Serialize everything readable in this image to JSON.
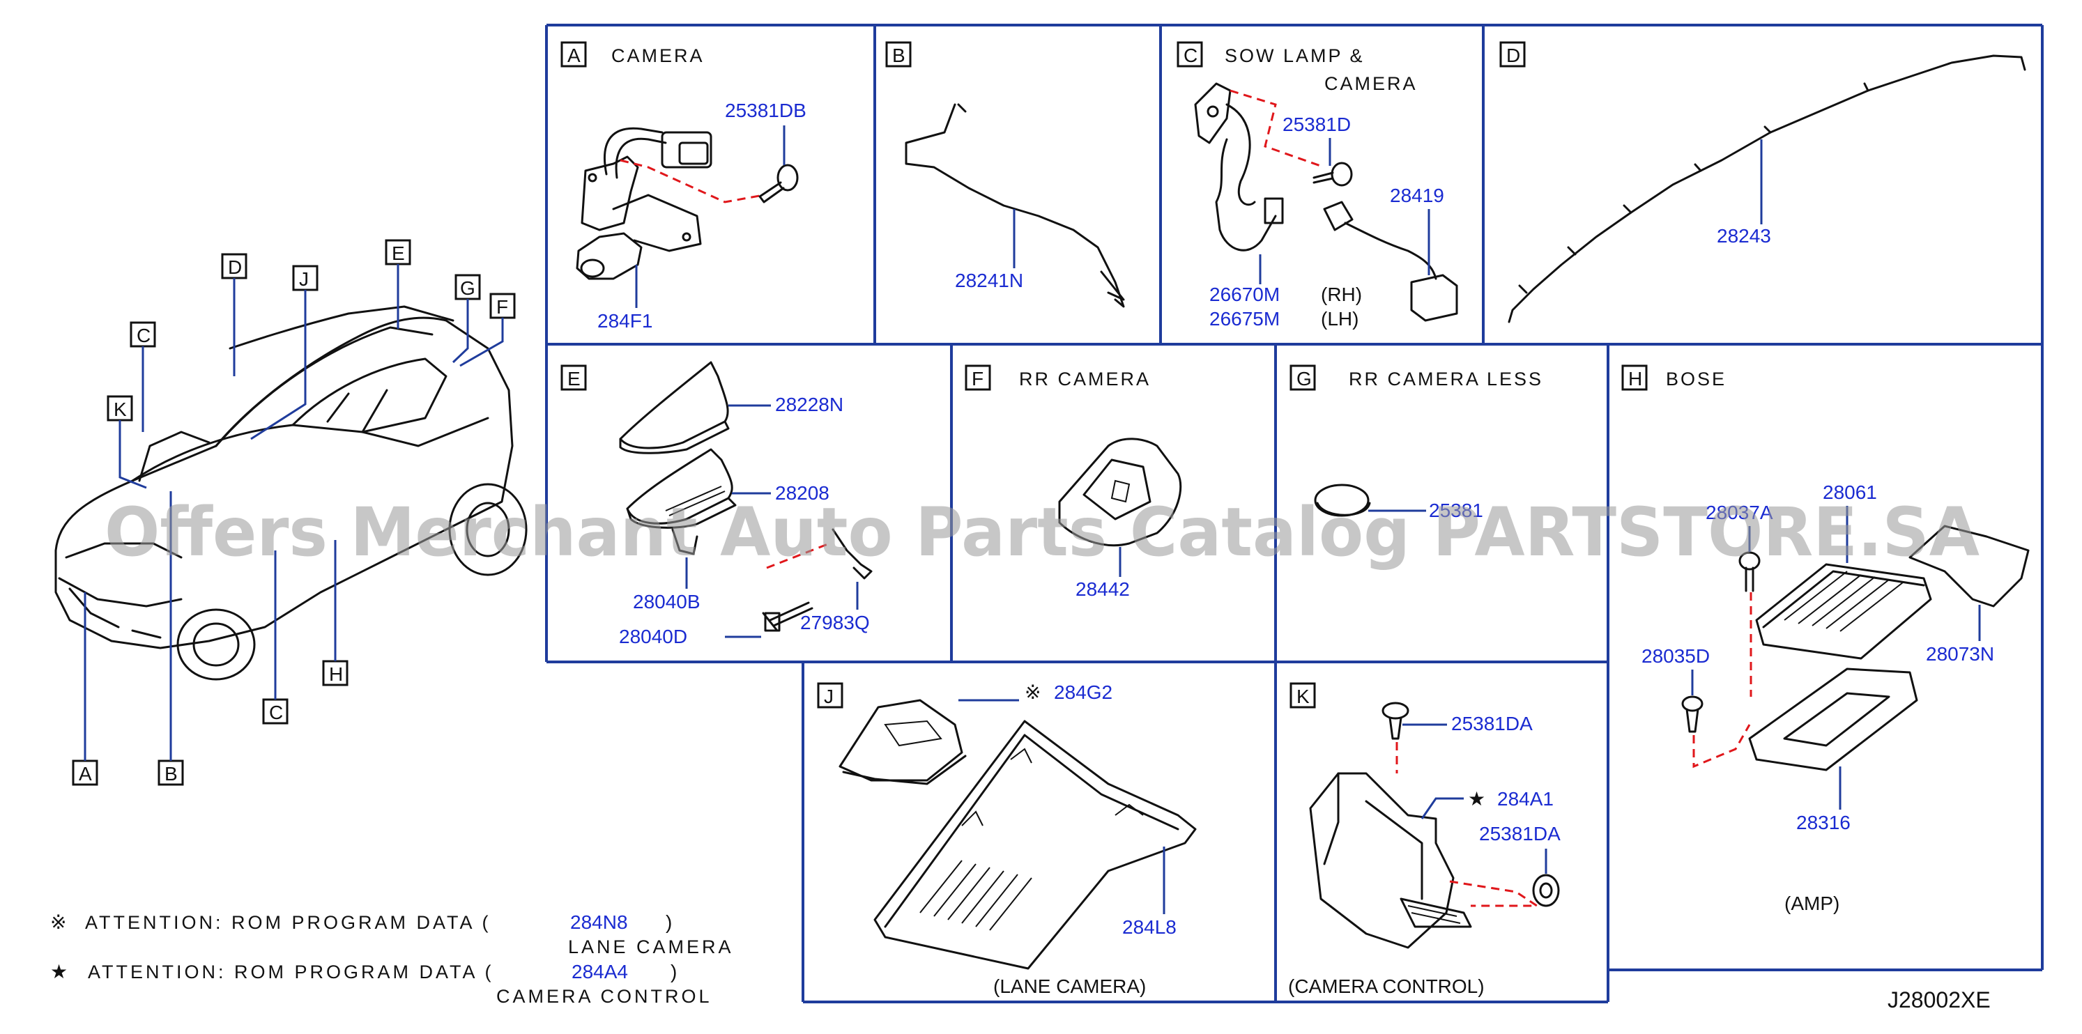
{
  "panels": {
    "A": {
      "letter": "A",
      "title": "CAMERA",
      "parts": [
        "25381DB",
        "284F1"
      ]
    },
    "B": {
      "letter": "B",
      "title": "",
      "parts": [
        "28241N"
      ]
    },
    "C": {
      "letter": "C",
      "title_line1": "SOW   LAMP   &",
      "title_line2": "CAMERA",
      "parts": [
        "25381D",
        "28419",
        "26670M",
        "26675M"
      ],
      "side_rh": "(RH)",
      "side_lh": "(LH)"
    },
    "D": {
      "letter": "D",
      "title": "",
      "parts": [
        "28243"
      ]
    },
    "E": {
      "letter": "E",
      "title": "",
      "parts": [
        "28228N",
        "28208",
        "28040B",
        "27983Q",
        "28040D"
      ]
    },
    "F": {
      "letter": "F",
      "title": "RR   CAMERA",
      "parts": [
        "28442"
      ]
    },
    "G": {
      "letter": "G",
      "title": "RR   CAMERA   LESS",
      "parts": [
        "25381"
      ]
    },
    "H": {
      "letter": "H",
      "title": "BOSE",
      "parts": [
        "28061",
        "28037A",
        "28035D",
        "28073N",
        "28316"
      ],
      "caption": "(AMP)"
    },
    "J": {
      "letter": "J",
      "title": "",
      "parts": [
        "284G2",
        "284L8"
      ],
      "marker": "※",
      "caption": "(LANE   CAMERA)"
    },
    "K": {
      "letter": "K",
      "title": "",
      "parts": [
        "25381DA",
        "284A1",
        "25381DA"
      ],
      "marker": "★",
      "caption": "(CAMERA   CONTROL)"
    }
  },
  "vehicle_labels": [
    "D",
    "J",
    "E",
    "G",
    "F",
    "C",
    "K",
    "H",
    "C",
    "A",
    "B"
  ],
  "notes": [
    {
      "symbol": "※",
      "text": "ATTENTION:   ROM   PROGRAM   DATA   (",
      "part": "284N8",
      "close": ")",
      "sub": "LANE   CAMERA"
    },
    {
      "symbol": "★",
      "text": "ATTENTION:   ROM   PROGRAM   DATA   (",
      "part": "284A4",
      "close": ")",
      "sub": "CAMERA   CONTROL"
    }
  ],
  "diagram_code": "J28002XE",
  "watermark": "Offers Merchant Auto Parts Catalog PARTSTORE.SA",
  "colors": {
    "part_number": "#1a2bd1",
    "frame": "#1f3c9c",
    "leader": "#1f3c9c",
    "dashed_line": "#e0171b"
  }
}
